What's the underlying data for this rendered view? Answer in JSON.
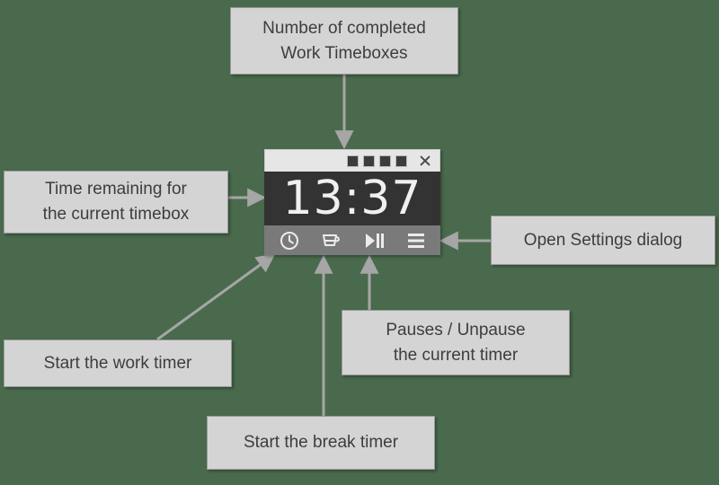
{
  "background_color": "#4a6a4d",
  "widget": {
    "title_bar": {
      "completed_timeboxes": 4,
      "squares": [
        "square-1",
        "square-2",
        "square-3",
        "square-4"
      ],
      "close_icon": "close-icon"
    },
    "display": {
      "time_remaining": "13:37"
    },
    "toolbar": {
      "buttons": [
        {
          "name": "work-timer-button",
          "icon": "clock-icon"
        },
        {
          "name": "break-timer-button",
          "icon": "coffee-cup-icon"
        },
        {
          "name": "pause-button",
          "icon": "play-pause-icon"
        },
        {
          "name": "settings-button",
          "icon": "hamburger-menu-icon"
        }
      ]
    }
  },
  "callouts": {
    "timeboxes": {
      "line1": "Number of completed",
      "line2": "Work Timeboxes"
    },
    "remaining": {
      "line1": "Time remaining for",
      "line2": "the current timebox"
    },
    "settings": {
      "line1": "Open Settings dialog"
    },
    "pause": {
      "line1": "Pauses / Unpause",
      "line2": "the current timer"
    },
    "work": {
      "line1": "Start the work timer"
    },
    "break": {
      "line1": "Start the break timer"
    }
  },
  "colors": {
    "callout_fill": "#d4d4d4",
    "callout_border": "#9a9a9a",
    "arrow": "#a6a6a6",
    "display_bg": "#333333",
    "display_text": "#f0f0f0",
    "toolbar_bg": "#7a7a7a",
    "title_bar_bg": "#e6e6e6",
    "square_fill": "#3c3c3c"
  }
}
